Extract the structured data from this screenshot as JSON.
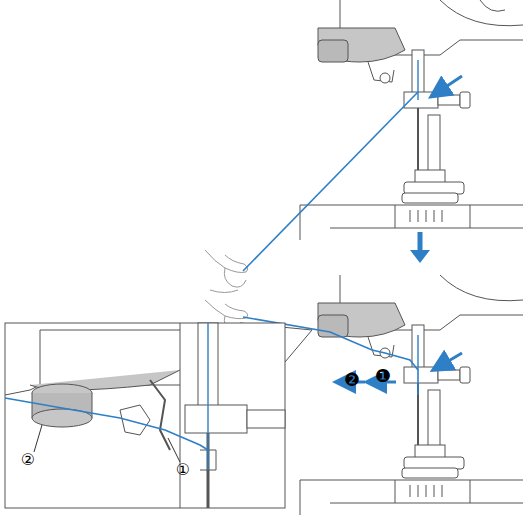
{
  "diagram": {
    "labels": [
      "❷",
      "❶",
      "②",
      "①"
    ]
  }
}
